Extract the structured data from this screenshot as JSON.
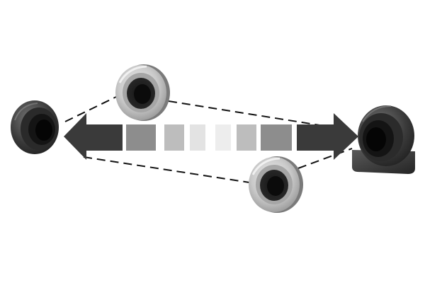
{
  "figure": {
    "background": "#ffffff",
    "arrow_color": "#3a3a3a",
    "gradient_blocks": [
      "#8d8d8d",
      "#bdbdbd",
      "#e3e3e3",
      "#ededed",
      "#bdbdbd",
      "#8d8d8d"
    ],
    "line_color": "#111111",
    "components": [
      {
        "name": "left-dark-bearing-icon",
        "style": "dark"
      },
      {
        "name": "top-light-bearing-icon",
        "style": "light"
      },
      {
        "name": "bottom-light-bearing-icon",
        "style": "light"
      },
      {
        "name": "right-housed-bearing-icon",
        "style": "housed-dark"
      }
    ]
  }
}
